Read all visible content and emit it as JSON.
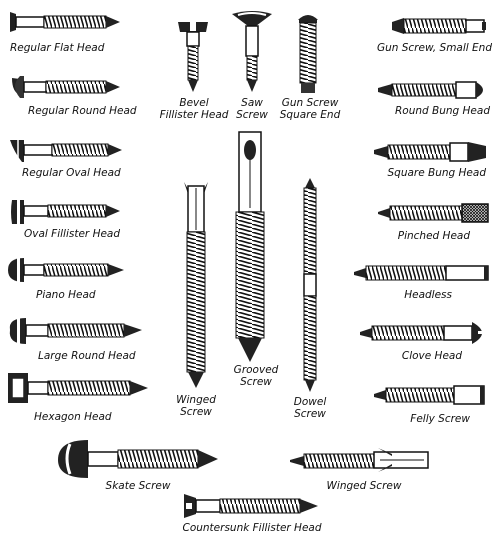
{
  "screws": {
    "regular_flat_head": "Regular Flat Head",
    "regular_round_head": "Regular Round Head",
    "regular_oval_head": "Regular Oval Head",
    "oval_fillister_head": "Oval Fillister Head",
    "piano_head": "Piano Head",
    "large_round_head": "Large Round Head",
    "hexagon_head": "Hexagon Head",
    "bevel_fillister_head_1": "Bevel",
    "bevel_fillister_head_2": "Fillister Head",
    "saw_screw_1": "Saw",
    "saw_screw_2": "Screw",
    "gun_screw_square_end_1": "Gun Screw",
    "gun_screw_square_end_2": "Square End",
    "winged_screw_v_1": "Winged",
    "winged_screw_v_2": "Screw",
    "grooved_screw_1": "Grooved",
    "grooved_screw_2": "Screw",
    "dowel_screw_1": "Dowel",
    "dowel_screw_2": "Screw",
    "gun_screw_small_end": "Gun Screw, Small End",
    "round_bung_head": "Round Bung Head",
    "square_bung_head": "Square Bung Head",
    "pinched_head": "Pinched Head",
    "headless": "Headless",
    "clove_head": "Clove Head",
    "felly_screw": "Felly   Screw",
    "skate_screw": "Skate Screw",
    "winged_screw_h": "Winged Screw",
    "countersunk_fillister_head": "Countersunk Fillister Head"
  }
}
